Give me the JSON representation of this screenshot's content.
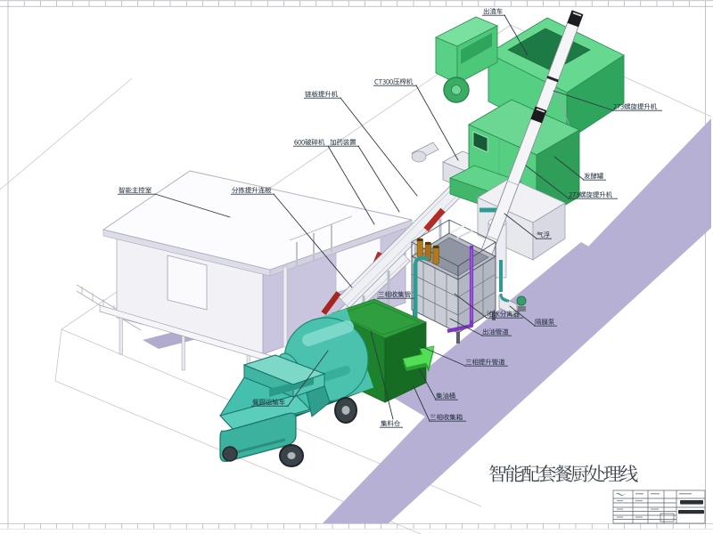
{
  "drawing": {
    "type": "isometric-equipment-layout",
    "main_title": "智能配套餐厨处理线",
    "callouts": [
      {
        "id": "main-control-room",
        "text": "智能主控室"
      },
      {
        "id": "sorting-lift-plate",
        "text": "分拣提升连板"
      },
      {
        "id": "chain-plate-elevator",
        "text": "链板提升机"
      },
      {
        "id": "ct300-press",
        "text": "CT300压榨机"
      },
      {
        "id": "crusher-600",
        "text": "600破碎机"
      },
      {
        "id": "dosing-device",
        "text": "加药装置"
      },
      {
        "id": "slag-discharge-truck",
        "text": "出渣车"
      },
      {
        "id": "screw-elevator-273-upper",
        "text": "273螺旋提升机"
      },
      {
        "id": "fermentation-tank",
        "text": "发酵罐"
      },
      {
        "id": "screw-elevator-273-lower",
        "text": "273螺旋提升机"
      },
      {
        "id": "air-flotation",
        "text": "气浮"
      },
      {
        "id": "three-phase-collection-pipe",
        "text": "三相收集管"
      },
      {
        "id": "oil-water-separator",
        "text": "油水分离器"
      },
      {
        "id": "oil-outlet-pipe",
        "text": "出油管道"
      },
      {
        "id": "diaphragm-pump",
        "text": "隔膜泵"
      },
      {
        "id": "three-phase-lifting-pipe",
        "text": "三相提升管道"
      },
      {
        "id": "oil-collection-barrel",
        "text": "集油桶"
      },
      {
        "id": "three-phase-collection-box",
        "text": "三相收集箱"
      },
      {
        "id": "material-collection-hopper",
        "text": "集料仓"
      },
      {
        "id": "kitchen-waste-transport-truck",
        "text": "餐厨运输车"
      }
    ],
    "colors": {
      "background": "#ffffff",
      "walkway_lavender": "#b7b0d5",
      "house_wall_shade": "#cac5df",
      "machine_green_light": "#67d88f",
      "machine_green_dark": "#2fa45c",
      "hopper_green_dark": "#1e812c",
      "truck_teal": "#4cc4ad",
      "tank_gray": "#c9ccd4",
      "pipe_purple": "#7e36c6",
      "pipe_teal": "#2f9c94",
      "arrow_red": "#b42a24",
      "arrow_lime": "#54de58",
      "label_ink": "#1d2b3a",
      "title_ink": "#39414b"
    }
  }
}
